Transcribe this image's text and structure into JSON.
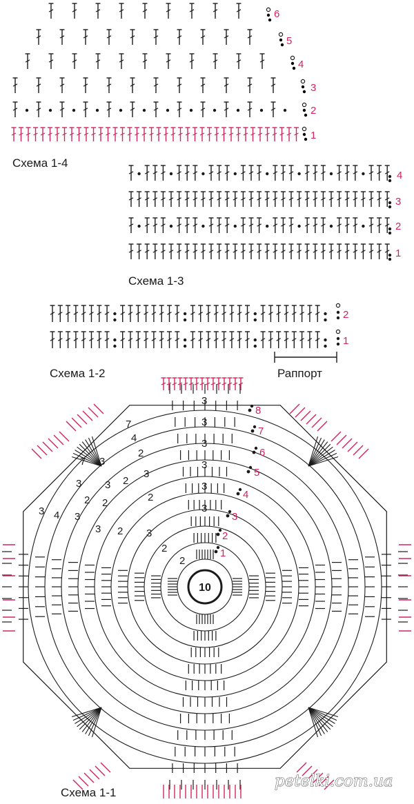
{
  "colors": {
    "ink": "#1a1a1a",
    "accent": "#d2245a",
    "background": "#ffffff"
  },
  "schemes": {
    "s14": {
      "caption": "Схема 1-4",
      "row_numbers": [
        "1",
        "2",
        "3",
        "4",
        "5",
        "6"
      ]
    },
    "s13": {
      "caption": "Схема 1-3",
      "row_numbers": [
        "1",
        "2",
        "3",
        "4"
      ]
    },
    "s12": {
      "caption": "Схема 1-2",
      "row_numbers": [
        "1",
        "2"
      ],
      "repeat_label": "Раппорт"
    },
    "s11": {
      "caption": "Схема 1-1",
      "center_label": "10",
      "row_numbers": [
        "1",
        "2",
        "3",
        "4",
        "5",
        "6",
        "7",
        "8"
      ],
      "inner_labels": [
        "3",
        "3",
        "3",
        "3",
        "3",
        "3",
        "2",
        "2",
        "2",
        "2",
        "2",
        "3",
        "3",
        "3",
        "3",
        "7",
        "4",
        "7",
        "4",
        "3",
        "3",
        "3",
        "3",
        "2",
        "2",
        "2"
      ]
    }
  },
  "watermark": "petelki.com.ua"
}
